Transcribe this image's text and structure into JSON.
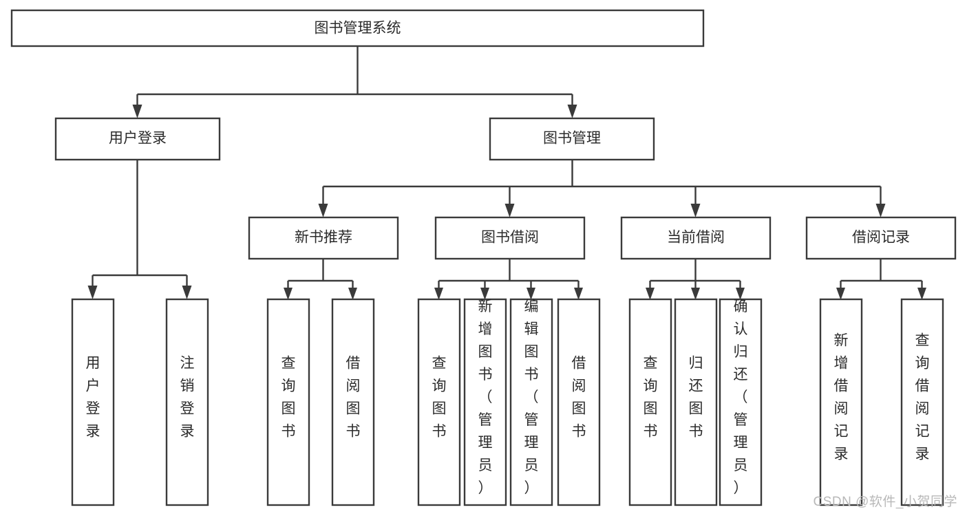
{
  "diagram": {
    "type": "tree",
    "title": "图书管理系统",
    "colors": {
      "stroke": "#3a3a3a",
      "fill": "#ffffff",
      "text": "#2b2b2b",
      "background": "#ffffff",
      "watermark": "#b8b8b8"
    },
    "root": {
      "label": "图书管理系统",
      "orientation": "horizontal"
    },
    "level2": [
      {
        "label": "用户登录",
        "orientation": "horizontal"
      },
      {
        "label": "图书管理",
        "orientation": "horizontal"
      }
    ],
    "level3": [
      {
        "label": "新书推荐",
        "orientation": "horizontal",
        "parent": "图书管理"
      },
      {
        "label": "图书借阅",
        "orientation": "horizontal",
        "parent": "图书管理"
      },
      {
        "label": "当前借阅",
        "orientation": "horizontal",
        "parent": "图书管理"
      },
      {
        "label": "借阅记录",
        "orientation": "horizontal",
        "parent": "图书管理"
      }
    ],
    "leaves": {
      "用户登录": [
        {
          "label": "用户登录",
          "orientation": "vertical"
        },
        {
          "label": "注销登录",
          "orientation": "vertical"
        }
      ],
      "新书推荐": [
        {
          "label": "查询图书",
          "orientation": "vertical"
        },
        {
          "label": "借阅图书",
          "orientation": "vertical"
        }
      ],
      "图书借阅": [
        {
          "label": "查询图书",
          "orientation": "vertical"
        },
        {
          "label": "新增图书（管理员）",
          "orientation": "vertical"
        },
        {
          "label": "编辑图书（管理员）",
          "orientation": "vertical"
        },
        {
          "label": "借阅图书",
          "orientation": "vertical"
        }
      ],
      "当前借阅": [
        {
          "label": "查询图书",
          "orientation": "vertical"
        },
        {
          "label": "归还图书",
          "orientation": "vertical"
        },
        {
          "label": "确认归还（管理员）",
          "orientation": "vertical"
        }
      ],
      "借阅记录": [
        {
          "label": "新增借阅记录",
          "orientation": "vertical"
        },
        {
          "label": "查询借阅记录",
          "orientation": "vertical"
        }
      ]
    }
  },
  "watermark": {
    "text": "CSDN @软件_小贺同学"
  }
}
